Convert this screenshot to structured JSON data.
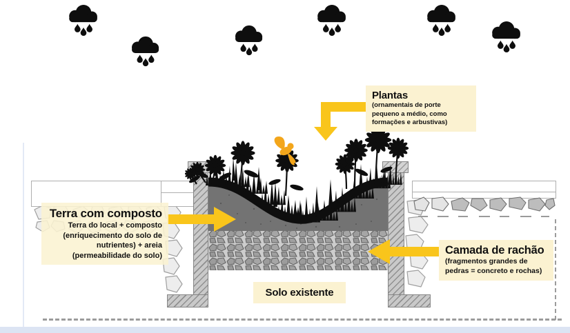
{
  "title": "Rain garden cross-section diagram",
  "labels": {
    "plantas": {
      "title": "Plantas",
      "desc": "(ornamentais de porte\npequeno a médio, como\nformações e arbustivas)"
    },
    "terra": {
      "title": "Terra com composto",
      "desc": "Terra do local + composto\n(enriquecimento do solo de\nnutrientes) + areia\n(permeabilidade do solo)"
    },
    "rachao": {
      "title": "Camada de rachão",
      "desc": "(fragmentos grandes de\npedras = concreto e rochas)"
    },
    "solo": {
      "title": "Solo existente"
    }
  },
  "colors": {
    "accent_yellow": "#F9C51B",
    "label_bg": "#FBF2D1",
    "silhouette_black": "#0E0E0E",
    "soil_gray": "#737373",
    "gravel_bg": "#CDCDCD",
    "bird_orange": "#F3A61B",
    "footer_strip": "#DCE4F3"
  },
  "icons": {
    "rain_cloud": "rain-cloud-icon",
    "hummingbird": "hummingbird-icon",
    "plants": "plants-silhouette",
    "arrows": "yellow-elbow-and-straight-arrows"
  }
}
